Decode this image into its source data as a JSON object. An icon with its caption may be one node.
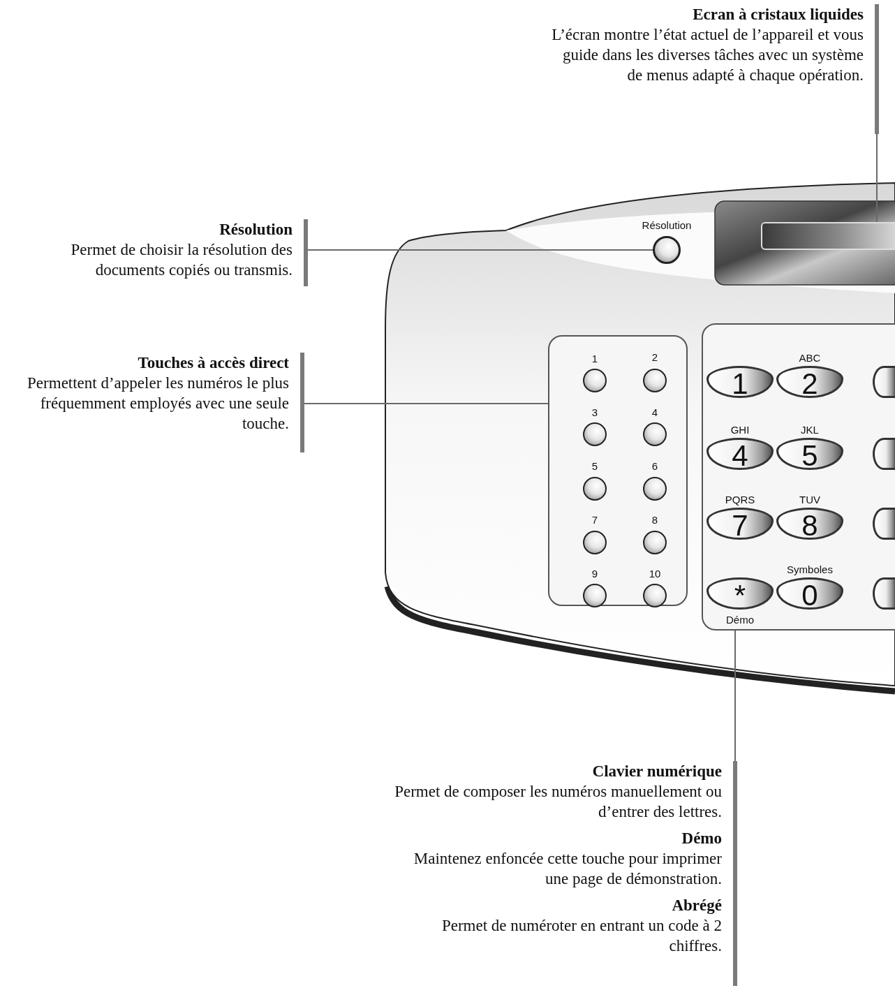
{
  "diagram": {
    "nodes": [
      {
        "text": [
          "Ecran à cristaux liquides",
          "L’écran montre l’état actuel de l’appareil et vous guide dans les diverses tâches avec un système de menus adapté à chaque opération."
        ]
      },
      {
        "text": [],
        "shape": "box"
      },
      {
        "text": [
          "Résolution",
          "Permet de choisir la résolution des documents copiés ou transmis."
        ]
      },
      {
        "text": [],
        "shape": "circle",
        "beside": [
          "Résolution"
        ]
      },
      {
        "text": [
          "Touches à accès direct",
          "Permettent d’appeler les numéros le plus fréquemment employés avec une seule touche."
        ]
      },
      {
        "text": [],
        "shape": "box"
      },
      {
        "text": [
          "Clavier numérique",
          "Permet de composer les numéros manuellement ou d’entrer des lettres.",
          "Démo",
          "Maintenez enfoncée cette touche pour imprimer une page de démonstration.",
          "Abrégé",
          "Permet de numéroter en entrant un code à 2 chiffres."
        ]
      },
      {
        "text": [],
        "shape": "box"
      }
    ],
    "edges": [
      {
        "from": 0,
        "to": 1,
        "arrow": "none"
      },
      {
        "from": 2,
        "to": 3,
        "arrow": "none"
      },
      {
        "from": 4,
        "to": 5,
        "arrow": "none"
      },
      {
        "from": 6,
        "to": 7,
        "arrow": "none"
      }
    ],
    "labels": [
      "1",
      "2",
      "3",
      "4",
      "5",
      "6",
      "7",
      "8",
      "9",
      "10",
      "ABC",
      "1",
      "2",
      "GHI",
      "JKL",
      "4",
      "5",
      "PQRS",
      "TUV",
      "7",
      "8",
      "Symboles",
      "*",
      "0",
      "Démo"
    ]
  }
}
